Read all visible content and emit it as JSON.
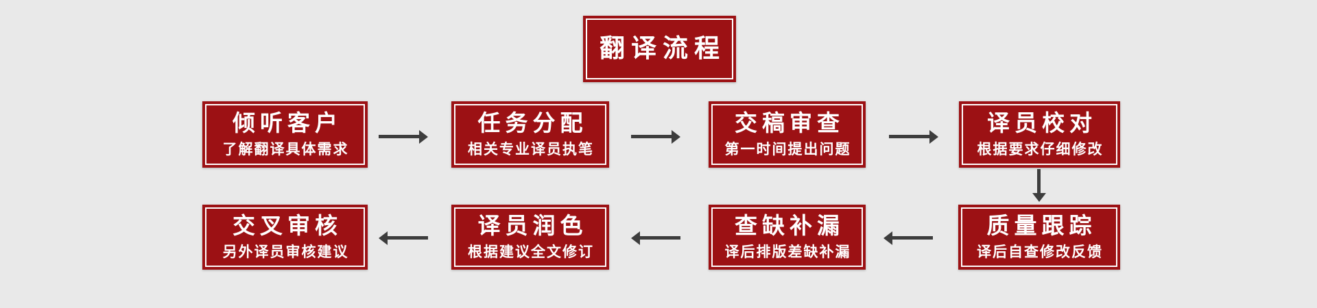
{
  "colors": {
    "box_red": "#9c1114",
    "page_bg": "#e9e9e9",
    "arrow": "#3d3d3d",
    "text": "#ffffff",
    "border_white": "#ffffff"
  },
  "title": {
    "label": "翻译流程"
  },
  "steps": [
    {
      "title": "倾听客户",
      "subtitle": "了解翻译具体需求"
    },
    {
      "title": "任务分配",
      "subtitle": "相关专业译员执笔"
    },
    {
      "title": "交稿审查",
      "subtitle": "第一时间提出问题"
    },
    {
      "title": "译员校对",
      "subtitle": "根据要求仔细修改"
    },
    {
      "title": "质量跟踪",
      "subtitle": "译后自查修改反馈"
    },
    {
      "title": "查缺补漏",
      "subtitle": "译后排版差缺补漏"
    },
    {
      "title": "译员润色",
      "subtitle": "根据建议全文修订"
    },
    {
      "title": "交叉审核",
      "subtitle": "另外译员审核建议"
    }
  ],
  "icons": {
    "flow_arrows": [
      "right",
      "right",
      "right",
      "down",
      "left",
      "left",
      "left"
    ]
  }
}
